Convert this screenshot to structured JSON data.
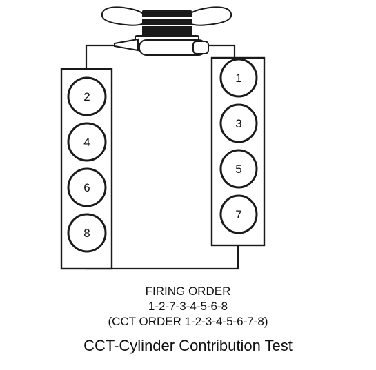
{
  "diagram": {
    "type": "ignition-firing-order",
    "line_color": "#1a1a1a",
    "left_bank": [
      "2",
      "4",
      "6",
      "8"
    ],
    "right_bank": [
      "1",
      "3",
      "5",
      "7"
    ],
    "caption": {
      "title": "FIRING ORDER",
      "sequence": "1-2-7-3-4-5-6-8",
      "cct_order": "(CCT ORDER 1-2-3-4-5-6-7-8)",
      "legend": "CCT-Cylinder Contribution Test"
    }
  }
}
